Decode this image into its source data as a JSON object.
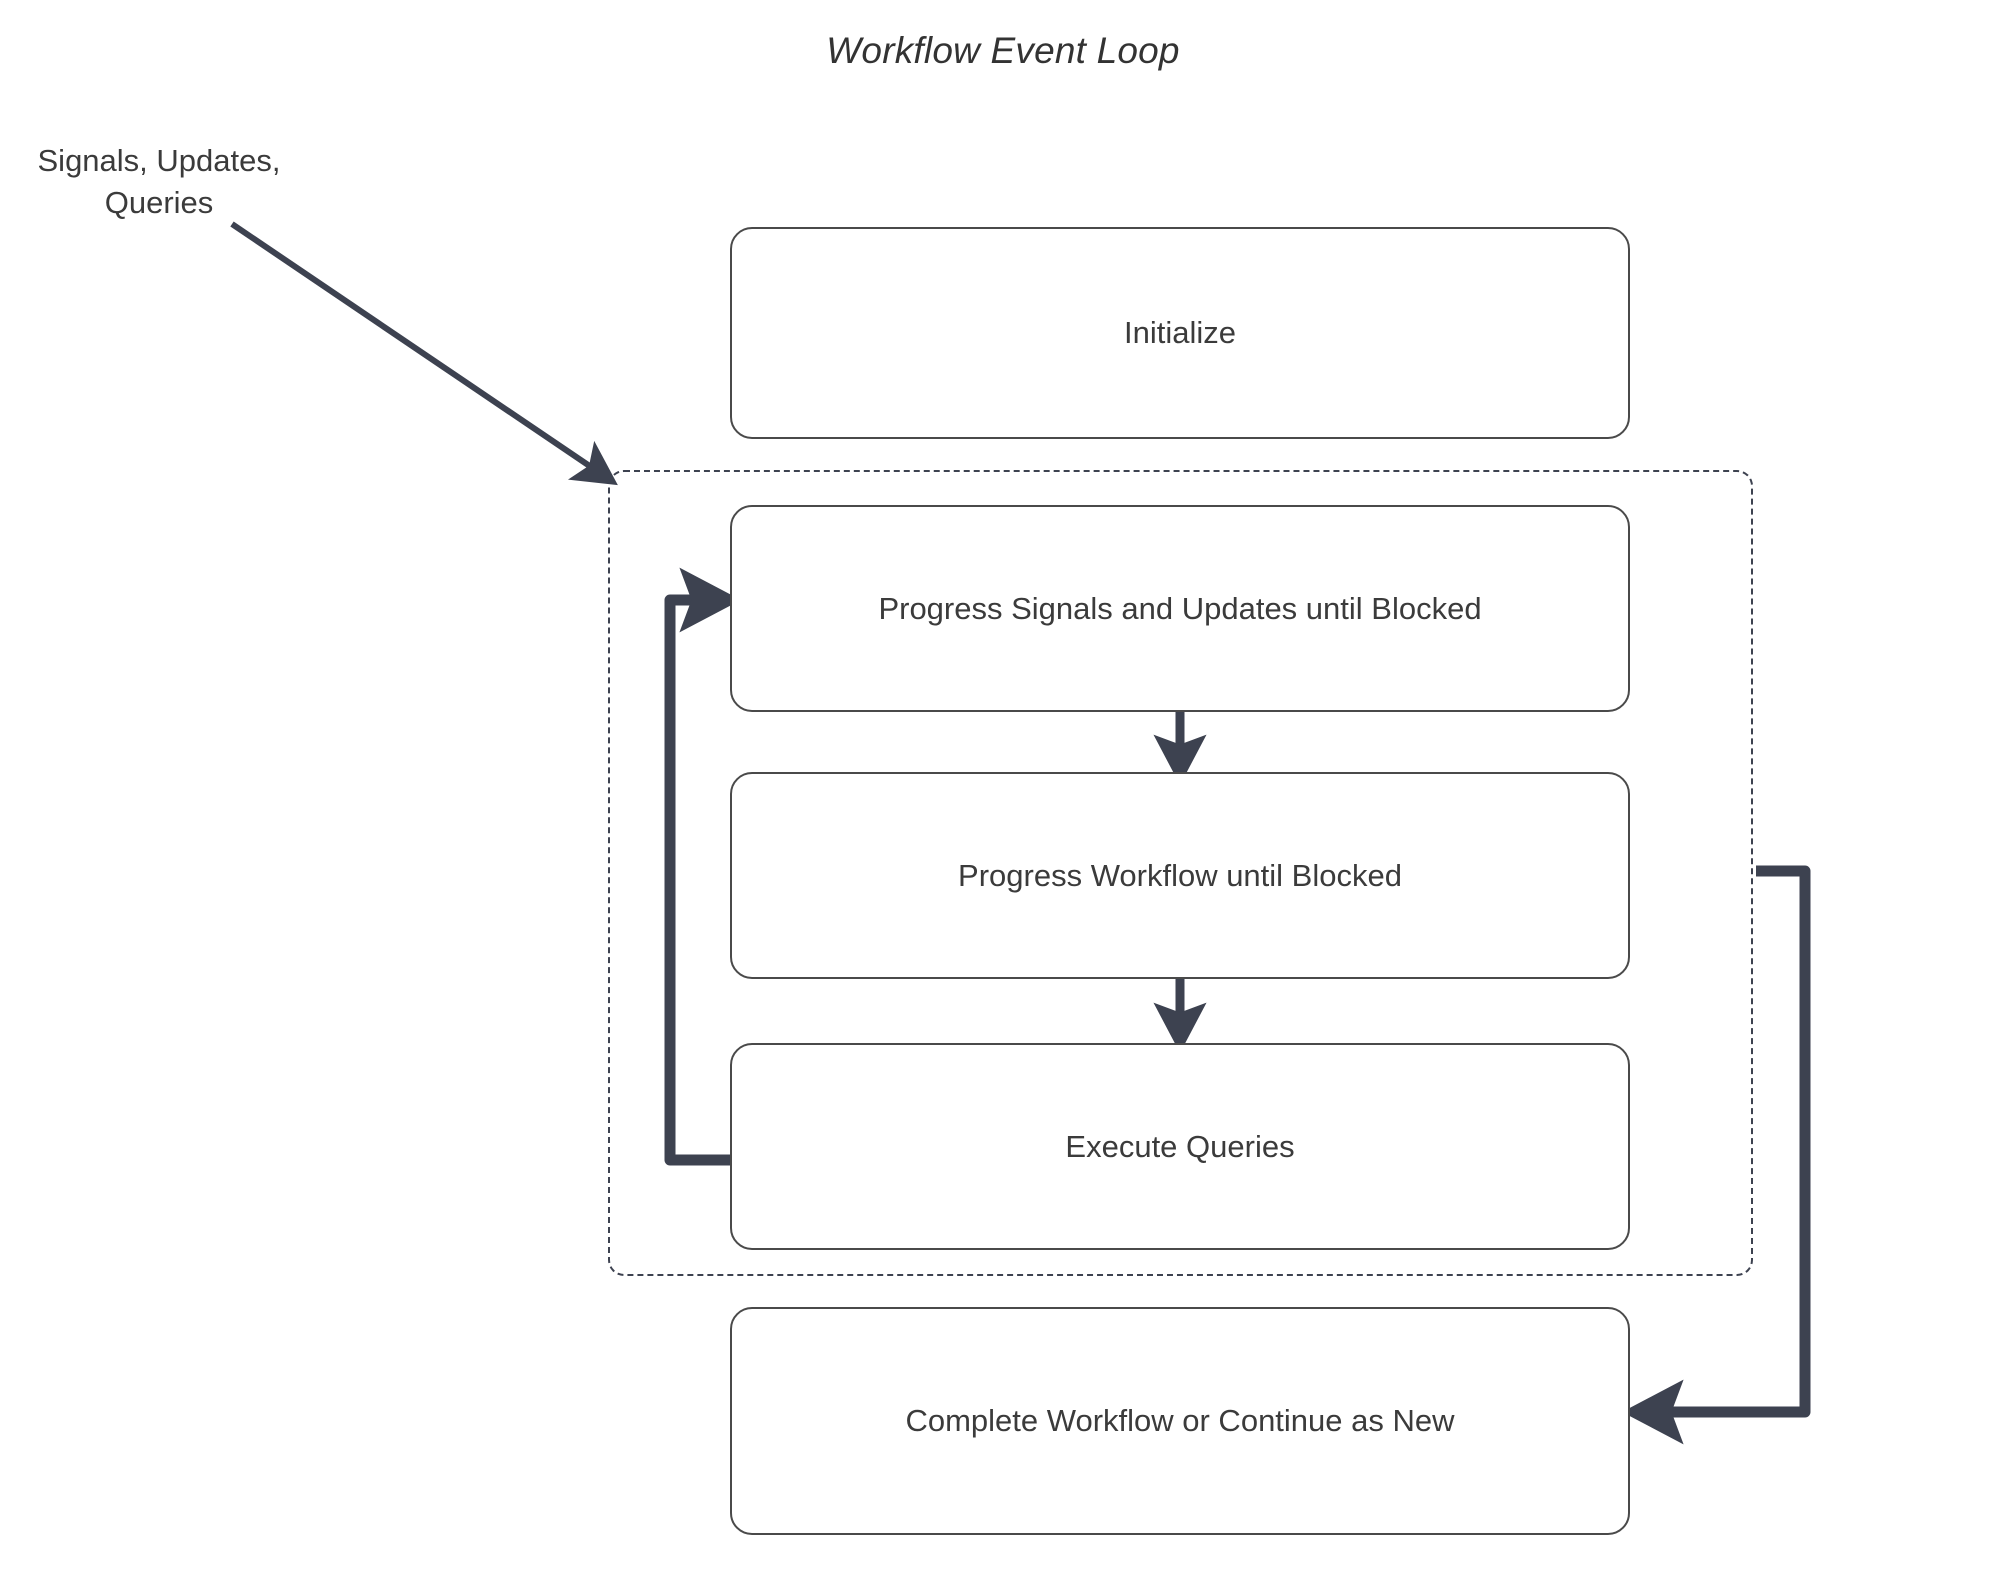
{
  "diagram": {
    "title": "Workflow Event Loop",
    "external_label": {
      "line1": "Signals, Updates,",
      "line2": "Queries"
    },
    "nodes": [
      {
        "id": "initialize",
        "label": "Initialize"
      },
      {
        "id": "progress-signals",
        "label": "Progress Signals and Updates until Blocked"
      },
      {
        "id": "progress-workflow",
        "label": "Progress Workflow until Blocked"
      },
      {
        "id": "execute-queries",
        "label": "Execute Queries"
      },
      {
        "id": "complete-workflow",
        "label": "Complete Workflow or Continue as New"
      }
    ],
    "group": {
      "id": "event-loop-group",
      "style": "dashed",
      "label": ""
    },
    "edges": [
      {
        "from": "external-input",
        "to": "event-loop-group",
        "label": "",
        "style": "solid-arrow-diagonal"
      },
      {
        "from": "progress-signals",
        "to": "progress-workflow",
        "label": "",
        "style": "solid-arrow-down"
      },
      {
        "from": "progress-workflow",
        "to": "execute-queries",
        "label": "",
        "style": "solid-arrow-down"
      },
      {
        "from": "execute-queries",
        "to": "progress-signals",
        "label": "",
        "style": "loop-back-left"
      },
      {
        "from": "event-loop-group",
        "to": "complete-workflow",
        "label": "",
        "style": "loop-out-right"
      }
    ],
    "colors": {
      "edge": "#3d4250",
      "node_border": "#4a4a4a",
      "text": "#3b3b3b",
      "background": "#ffffff"
    }
  }
}
